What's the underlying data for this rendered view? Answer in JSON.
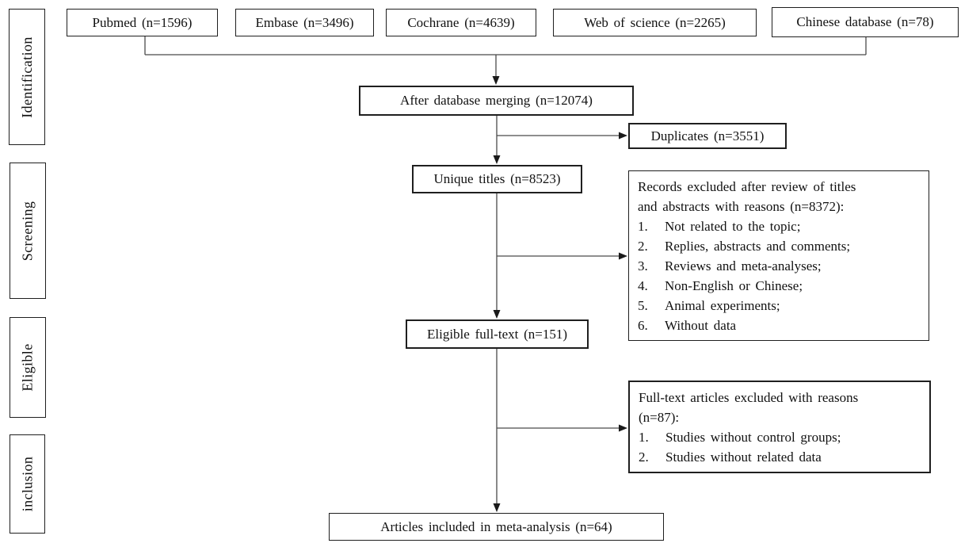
{
  "diagram": {
    "stages": [
      {
        "label": "Identification"
      },
      {
        "label": "Screening"
      },
      {
        "label": "Eligible"
      },
      {
        "label": "inclusion"
      }
    ],
    "sources": [
      {
        "label": "Pubmed (n=1596)"
      },
      {
        "label": "Embase (n=3496)"
      },
      {
        "label": "Cochrane (n=4639)"
      },
      {
        "label": "Web of science (n=2265)"
      },
      {
        "label": "Chinese database (n=78)"
      }
    ],
    "flow": {
      "merged": "After database merging (n=12074)",
      "unique_titles": "Unique titles (n=8523)",
      "eligible_fulltext": "Eligible full-text (n=151)",
      "included": "Articles included in meta-analysis (n=64)"
    },
    "exclusions": {
      "duplicates": "Duplicates (n=3551)",
      "records_excluded": {
        "header_line1": "Records excluded after review of titles",
        "header_line2": "and abstracts with reasons (n=8372):",
        "items": [
          {
            "num": "1.",
            "text": "Not related to the topic;"
          },
          {
            "num": "2.",
            "text": "Replies, abstracts and comments;"
          },
          {
            "num": "3.",
            "text": "Reviews and meta-analyses;"
          },
          {
            "num": "4.",
            "text": "Non-English or Chinese;"
          },
          {
            "num": "5.",
            "text": "Animal experiments;"
          },
          {
            "num": "6.",
            "text": "Without data"
          }
        ]
      },
      "fulltext_excluded": {
        "header_line1": "Full-text articles excluded with reasons",
        "header_line2": "(n=87):",
        "items": [
          {
            "num": "1.",
            "text": "Studies without control groups;"
          },
          {
            "num": "2.",
            "text": "Studies without related data"
          }
        ]
      }
    },
    "colors": {
      "border": "#1f1f1f",
      "line": "#4a4a4a",
      "text": "#111111",
      "background": "#ffffff"
    }
  }
}
